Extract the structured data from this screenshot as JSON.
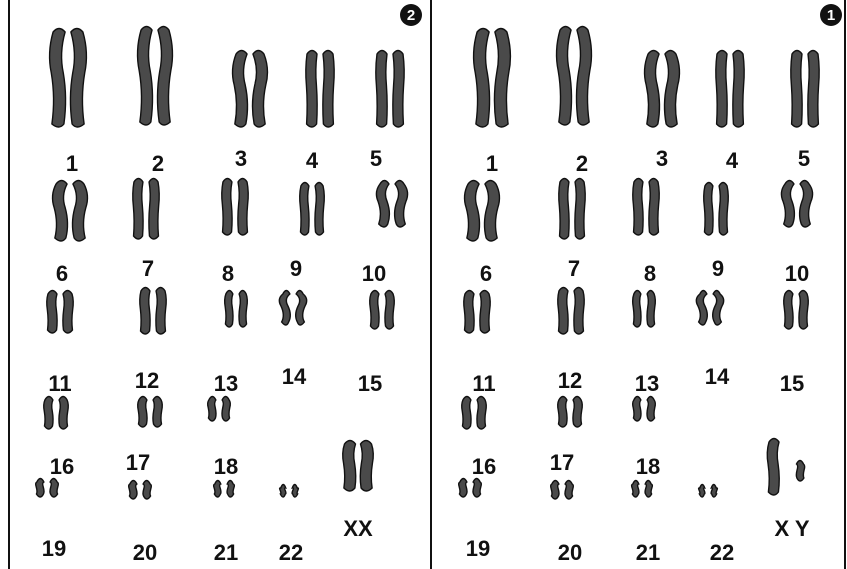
{
  "panels": [
    {
      "id": "female",
      "badge": "2",
      "labels": [
        "1",
        "2",
        "3",
        "4",
        "5",
        "6",
        "7",
        "8",
        "9",
        "10",
        "11",
        "12",
        "13",
        "14",
        "15",
        "16",
        "17",
        "18",
        "19",
        "20",
        "21",
        "22"
      ],
      "sex_label": "XX"
    },
    {
      "id": "male",
      "badge": "1",
      "labels": [
        "1",
        "2",
        "3",
        "4",
        "5",
        "6",
        "7",
        "8",
        "9",
        "10",
        "11",
        "12",
        "13",
        "14",
        "15",
        "16",
        "17",
        "18",
        "19",
        "20",
        "21",
        "22"
      ],
      "sex_label": "X Y"
    }
  ],
  "colors": {
    "chromosome": "#4a4a4a",
    "outline": "#111111",
    "line": "#111111"
  }
}
